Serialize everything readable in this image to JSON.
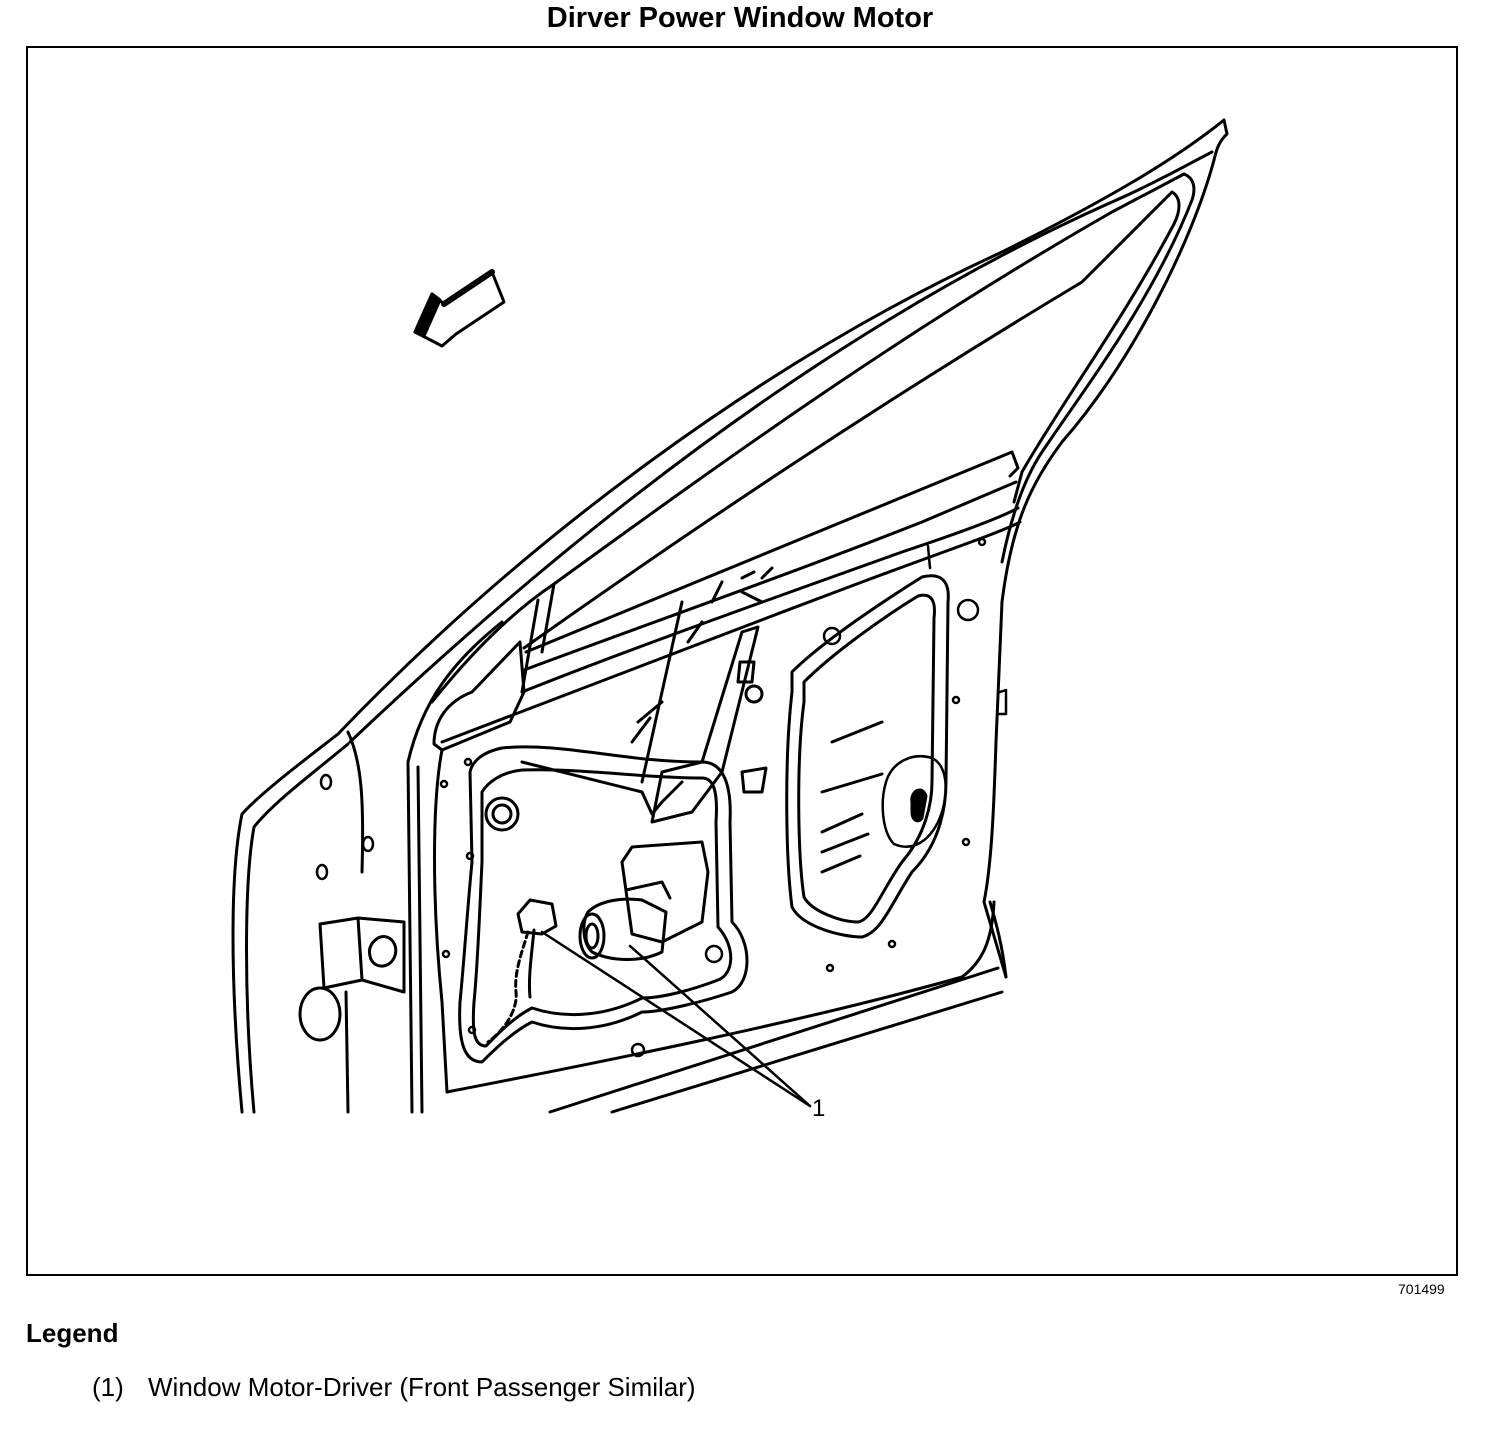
{
  "title": "Dirver Power Window Motor",
  "figure_id": "701499",
  "callout": "1",
  "legend": {
    "heading": "Legend",
    "items": [
      {
        "number": "(1)",
        "text": "Window Motor-Driver (Front Passenger Similar)"
      }
    ]
  },
  "colors": {
    "line": "#000000",
    "background": "#ffffff"
  },
  "icons": [
    "direction-arrow-icon"
  ]
}
